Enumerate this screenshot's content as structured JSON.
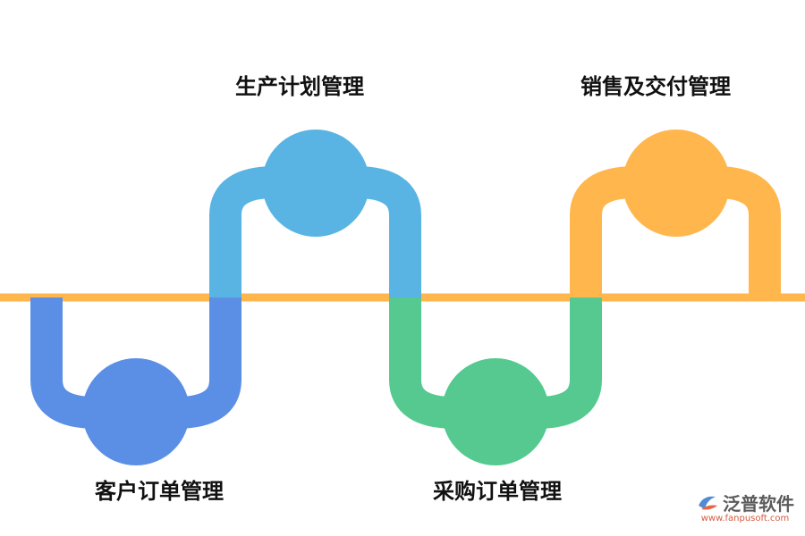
{
  "steps": [
    {
      "label": "客户订单管理",
      "color": "#5B8FE6",
      "position": "below"
    },
    {
      "label": "生产计划管理",
      "color": "#59B4E3",
      "position": "above"
    },
    {
      "label": "采购订单管理",
      "color": "#55C98F",
      "position": "below"
    },
    {
      "label": "销售及交付管理",
      "color": "#FFB74D",
      "position": "above"
    }
  ],
  "timeline_color": "#FFB74D",
  "watermark": {
    "name": "泛普软件",
    "url": "www.fanpusoft.com"
  }
}
